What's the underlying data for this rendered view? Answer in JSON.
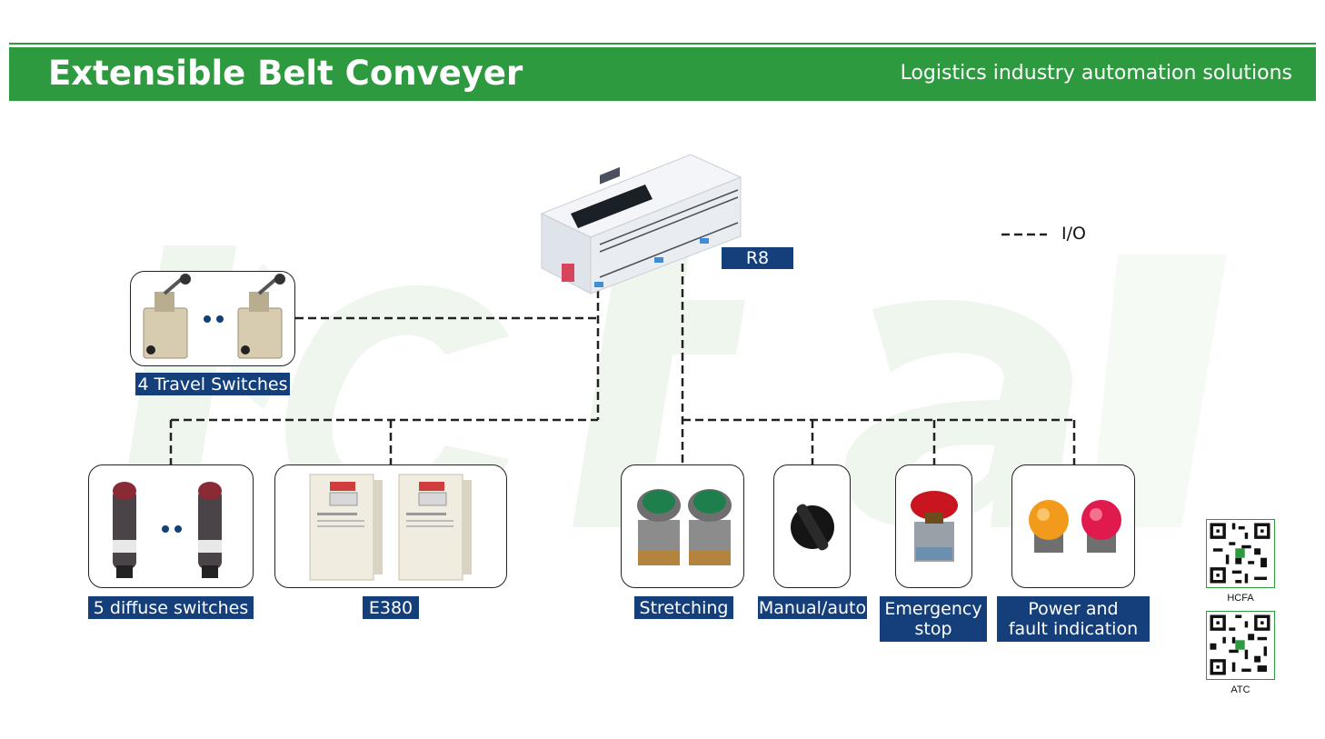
{
  "header": {
    "title": "Extensible Belt Conveyer",
    "subtitle": "Logistics industry automation solutions"
  },
  "legend": {
    "line_style": "dashed",
    "label": "I/O"
  },
  "controller": {
    "label": "R8"
  },
  "devices": {
    "travel_switches": {
      "label": "4 Travel Switches"
    },
    "diffuse_switches": {
      "label": "5 diffuse switches"
    },
    "e380": {
      "label": "E380"
    },
    "stretching": {
      "label": "Stretching"
    },
    "manual_auto": {
      "label": "Manual/auto"
    },
    "emergency_stop": {
      "label": "Emergency stop"
    },
    "power_fault": {
      "label": "Power and fault indication"
    }
  },
  "qr_codes": [
    {
      "caption": "HCFA"
    },
    {
      "caption": "ATC"
    }
  ],
  "colors": {
    "brand_green": "#2e9a3f",
    "label_blue": "#153f7a",
    "watermark": "#eef6ee"
  }
}
